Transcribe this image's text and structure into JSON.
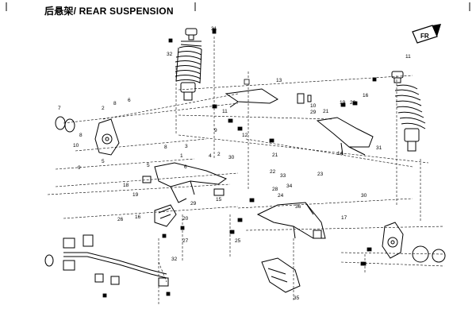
{
  "header": {
    "title": "后悬架/ REAR SUSPENSION",
    "direction_badge": "FR"
  },
  "callouts": [
    {
      "id": "c1",
      "text": "31"
    },
    {
      "id": "c2",
      "text": "32"
    },
    {
      "id": "c3",
      "text": "8"
    },
    {
      "id": "c4",
      "text": "7"
    },
    {
      "id": "c5",
      "text": "2"
    },
    {
      "id": "c6",
      "text": "6"
    },
    {
      "id": "c7",
      "text": "8"
    },
    {
      "id": "c8",
      "text": "10"
    },
    {
      "id": "c9",
      "text": "9"
    },
    {
      "id": "c10",
      "text": "5"
    },
    {
      "id": "c11",
      "text": "8"
    },
    {
      "id": "c12",
      "text": "3"
    },
    {
      "id": "c13",
      "text": "2"
    },
    {
      "id": "c14",
      "text": "6"
    },
    {
      "id": "c15",
      "text": "5"
    },
    {
      "id": "c16",
      "text": "4"
    },
    {
      "id": "c17",
      "text": "1"
    },
    {
      "id": "c18",
      "text": "11"
    },
    {
      "id": "c19",
      "text": "12"
    },
    {
      "id": "c20",
      "text": "9"
    },
    {
      "id": "c21",
      "text": "13"
    },
    {
      "id": "c22",
      "text": "14"
    },
    {
      "id": "c23",
      "text": "15"
    },
    {
      "id": "c24",
      "text": "16"
    },
    {
      "id": "c25",
      "text": "17"
    },
    {
      "id": "c26",
      "text": "18"
    },
    {
      "id": "c27",
      "text": "19"
    },
    {
      "id": "c28",
      "text": "20"
    },
    {
      "id": "c29",
      "text": "21"
    },
    {
      "id": "c30",
      "text": "22"
    },
    {
      "id": "c31",
      "text": "23"
    },
    {
      "id": "c32",
      "text": "24"
    },
    {
      "id": "c33",
      "text": "25"
    },
    {
      "id": "c34",
      "text": "26"
    },
    {
      "id": "c35",
      "text": "27"
    },
    {
      "id": "c36",
      "text": "28"
    },
    {
      "id": "c37",
      "text": "29"
    },
    {
      "id": "c38",
      "text": "30"
    },
    {
      "id": "c39",
      "text": "33"
    },
    {
      "id": "c40",
      "text": "34"
    },
    {
      "id": "c41",
      "text": "35"
    },
    {
      "id": "c42",
      "text": "36"
    },
    {
      "id": "c43",
      "text": "10"
    },
    {
      "id": "c44",
      "text": "11"
    },
    {
      "id": "c45",
      "text": "16"
    },
    {
      "id": "c46",
      "text": "19"
    },
    {
      "id": "c47",
      "text": "20"
    },
    {
      "id": "c48",
      "text": "21"
    },
    {
      "id": "c49",
      "text": "29"
    },
    {
      "id": "c50",
      "text": "30"
    },
    {
      "id": "c51",
      "text": "31"
    },
    {
      "id": "c52",
      "text": "32"
    }
  ]
}
